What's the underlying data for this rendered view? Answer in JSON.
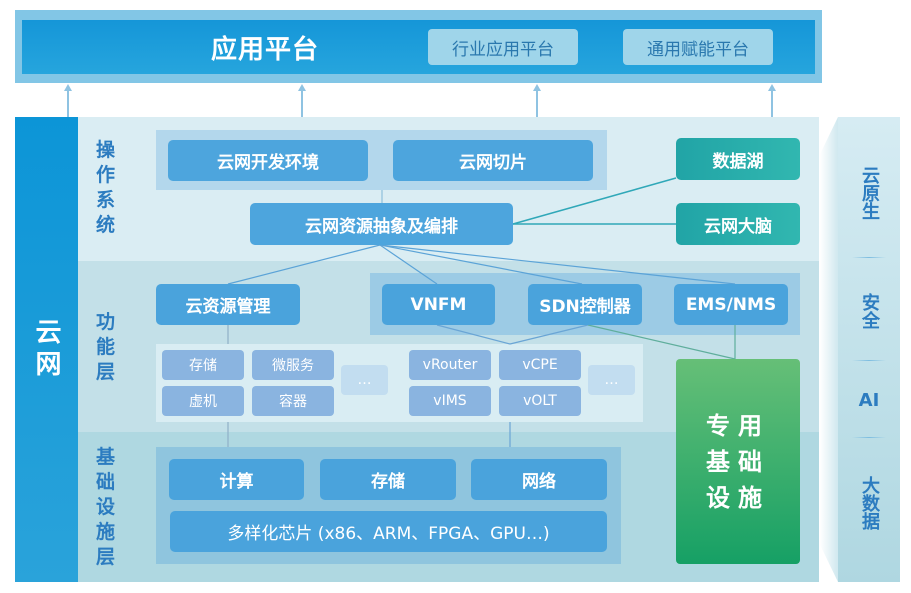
{
  "app_platform": {
    "title": "应用平台",
    "chips": [
      "行业应用平台",
      "通用赋能平台"
    ]
  },
  "cloud_net_label": "云网",
  "layers": {
    "os": {
      "label": "操作系统",
      "dev_env": "云网开发环境",
      "slicing": "云网切片",
      "orchestration": "云网资源抽象及编排",
      "data_lake": "数据湖",
      "brain": "云网大脑"
    },
    "function": {
      "label": "功能层",
      "cloud_mgmt": "云资源管理",
      "vnfm": "VNFM",
      "sdn": "SDN控制器",
      "ems": "EMS/NMS",
      "cloud_items": [
        "存储",
        "微服务",
        "虚机",
        "容器"
      ],
      "net_items": [
        "vRouter",
        "vCPE",
        "vIMS",
        "vOLT"
      ],
      "ellipsis": "…"
    },
    "infrastructure": {
      "label": "基础设施层",
      "compute": "计算",
      "storage": "存储",
      "network": "网络",
      "chips": "多样化芯片 (x86、ARM、FPGA、GPU…)"
    }
  },
  "dedicated_infra": [
    "专用",
    "基础",
    "设施"
  ],
  "side_capabilities": [
    "云原生",
    "安全",
    "AI",
    "大数据"
  ],
  "colors": {
    "primary_blue": "#4da5dd",
    "teal": "#2bb0ab",
    "green": "#16a065",
    "label_blue": "#2c7cc0"
  }
}
